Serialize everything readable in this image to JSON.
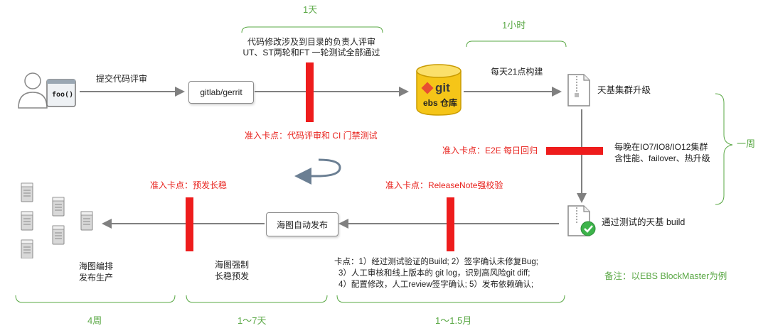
{
  "durations": {
    "d1": "1天",
    "d2": "1小时",
    "d3": "一周",
    "d4": "4周",
    "d5": "1～7天",
    "d6": "1～1.5月"
  },
  "nodes": {
    "code_icon_text": "foo()",
    "review_system": "gitlab/gerrit",
    "repo_logo": "git",
    "repo_label": "ebs 仓库",
    "cluster_upgrade": "天基集群升级",
    "passed_build": "通过测试的天基 build",
    "auto_release": "海图自动发布",
    "production": [
      "海图编排",
      "发布生产"
    ]
  },
  "edges": {
    "submit_review": "提交代码评审",
    "nightly_build": "每天21点构建",
    "nightly_test": [
      "每晚在IO7/IO8/IO12集群",
      "含性能、failover、热升级"
    ],
    "forced_stable": [
      "海图强制",
      "长稳预发"
    ]
  },
  "notes": {
    "review_requirement": [
      "代码修改涉及到目录的负责人评审",
      "UT、ST两轮和FT 一轮测试全部通过"
    ],
    "checkpoint_list": [
      "卡点：1）经过测试验证的Build; 2）签字确认未修复Bug;",
      "3）人工审核和线上版本的 git log，识别高风险git diff;",
      "4）配置修改，人工review签字确认; 5）发布依赖确认;"
    ],
    "remark": "备注：以EBS BlockMaster为例"
  },
  "gates": {
    "g1": "准入卡点：代码评审和 CI 门禁测试",
    "g2": "准入卡点：E2E 每日回归",
    "g3": "准入卡点：ReleaseNote强校验",
    "g4": "准入卡点：预发长稳"
  },
  "colors": {
    "accent_green": "#5aa845",
    "gate_red": "#ee1c1c",
    "arrow_gray": "#808080"
  }
}
